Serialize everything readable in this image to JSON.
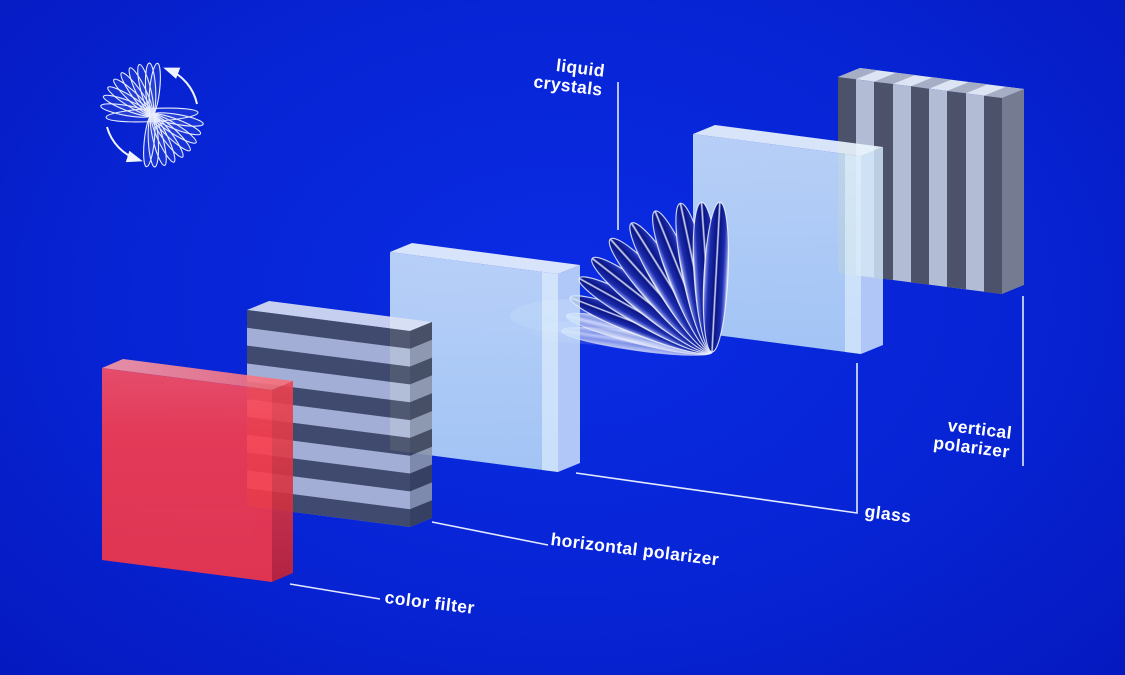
{
  "diagram": {
    "subject": "LCD display layer structure",
    "background": {
      "center_color": "#0a2ce4",
      "edge_color": "#0413ac"
    }
  },
  "labels": {
    "liquid_crystals": {
      "line1": "liquid",
      "line2": "crystals"
    },
    "vertical_polarizer": {
      "line1": "vertical",
      "line2": "polarizer"
    },
    "glass": {
      "text": "glass"
    },
    "horizontal_polarizer": {
      "text": "horizontal polarizer"
    },
    "color_filter": {
      "text": "color filter"
    }
  },
  "layers": [
    {
      "name": "color filter",
      "type": "slab",
      "front_color": "#fb3d4c",
      "side_color": "#d02a3a",
      "top_color": "#fb97a1"
    },
    {
      "name": "horizontal polarizer",
      "type": "striped-slab",
      "stripe_direction": "horizontal",
      "dark_stripe_color": "#474e64",
      "light_stripe_color": "#b3bdd5",
      "stripe_count": 11
    },
    {
      "name": "glass (front)",
      "type": "slab",
      "front_color": "#bfdefa",
      "top_color": "#eaf4fd"
    },
    {
      "name": "liquid crystals",
      "type": "leaf-fan",
      "leaf_dark_color": "#0a1584",
      "leaf_rim_color": "#f4f7ff",
      "leaf_count": 11
    },
    {
      "name": "glass (back)",
      "type": "slab",
      "front_color": "#bfdefa",
      "top_color": "#eaf4fd"
    },
    {
      "name": "vertical polarizer",
      "type": "striped-slab",
      "stripe_direction": "vertical",
      "dark_stripe_color": "#4c526a",
      "light_stripe_color": "#b2bcd4",
      "stripe_count": 9
    }
  ],
  "icons": {
    "rotation_icon": "liquid-crystal-rotation"
  },
  "line_color": "#f0f4ff",
  "text_color": "#ffffff"
}
